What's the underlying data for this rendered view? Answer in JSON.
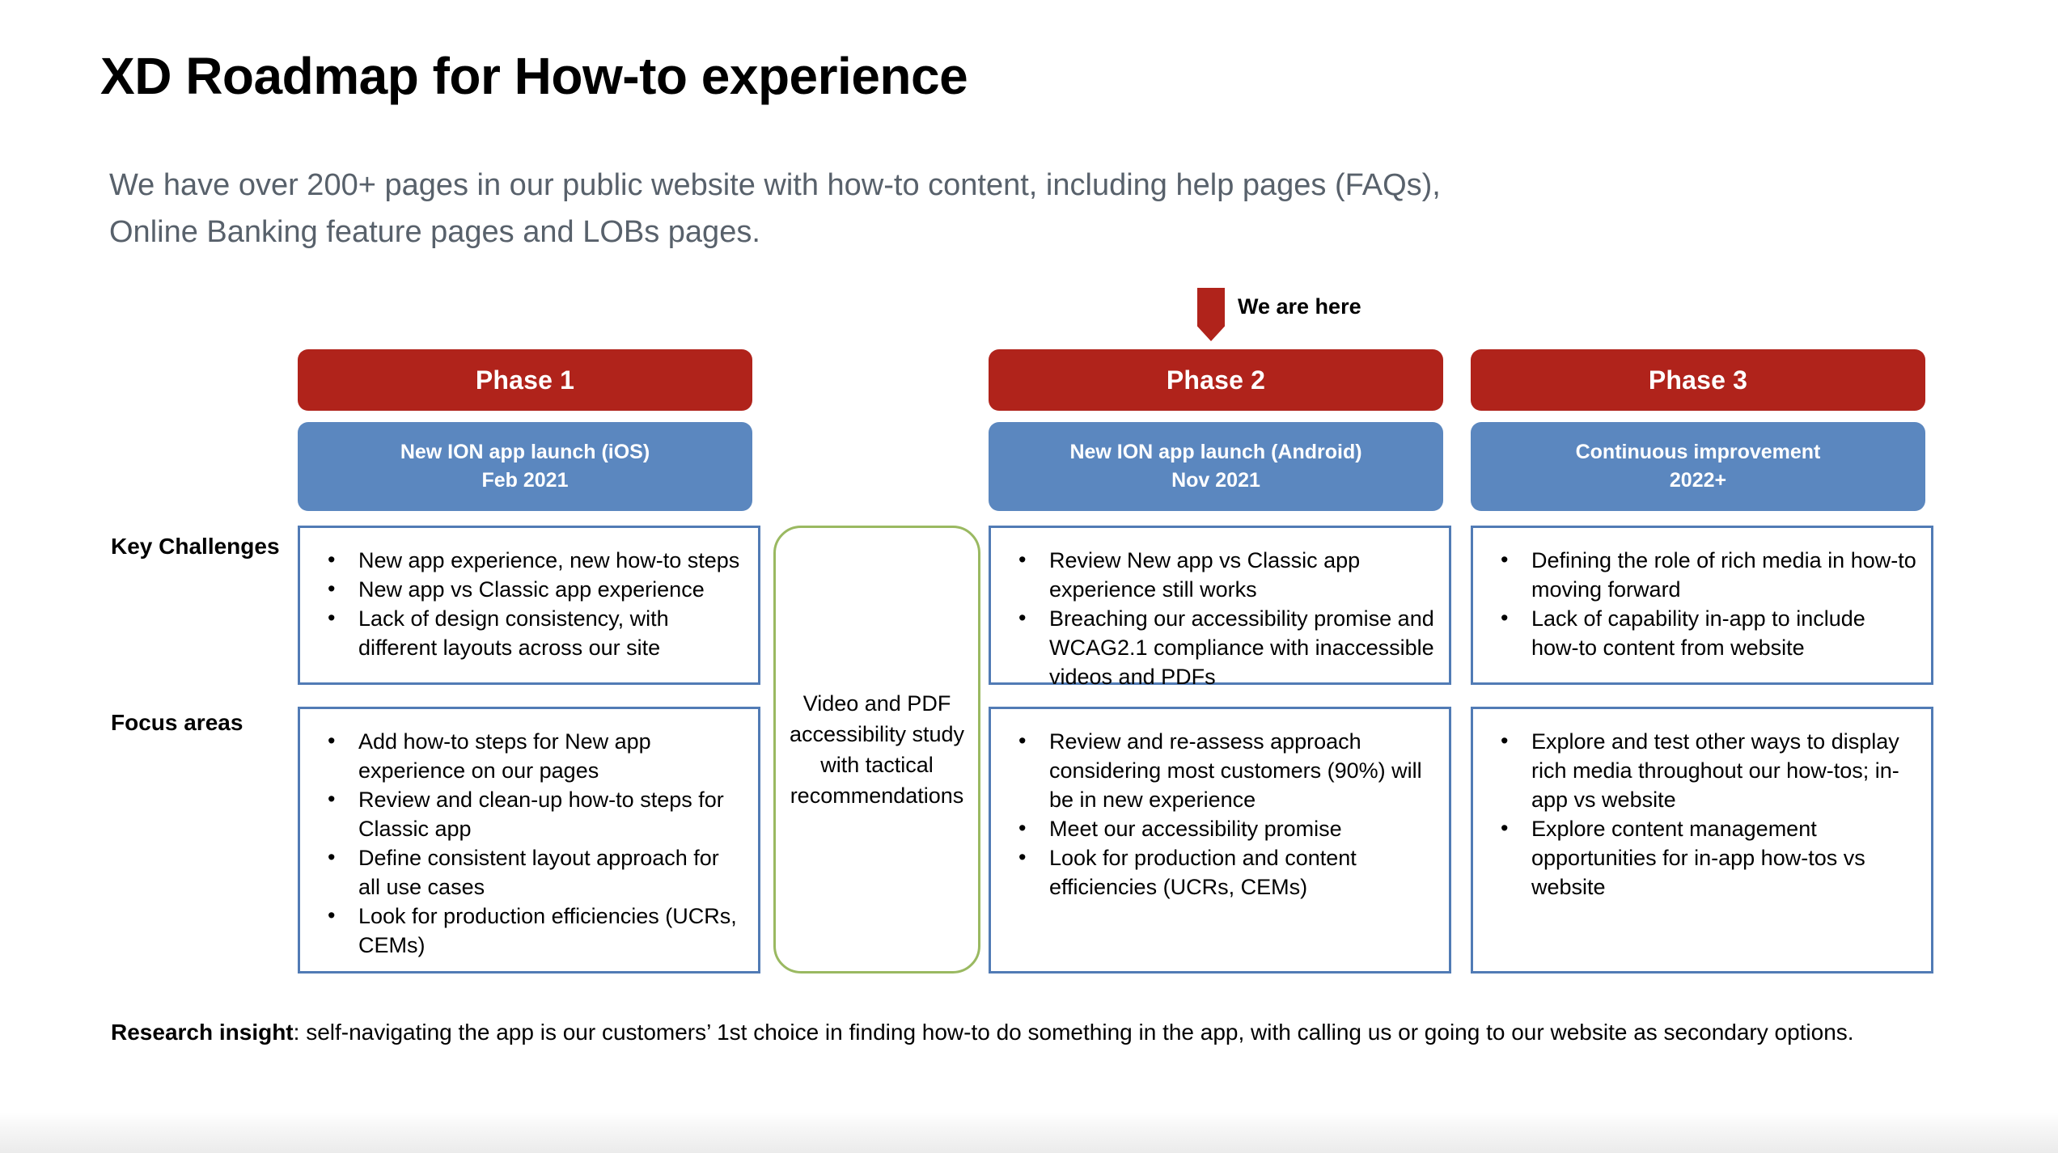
{
  "title": "XD Roadmap for How-to experience",
  "subtitle": "We have over 200+ pages in our public website with how-to content, including help pages (FAQs), Online Banking feature pages and LOBs pages.",
  "marker": {
    "label": "We are here",
    "color": "#b0231b"
  },
  "row_labels": {
    "key_challenges": "Key Challenges",
    "focus_areas": "Focus areas"
  },
  "colors": {
    "phase_header": "#b0231b",
    "phase_subheader": "#5b87bf",
    "box_border": "#517bb5",
    "study_border": "#9ab961",
    "subtitle_text": "#58616b"
  },
  "phases": [
    {
      "name": "Phase 1",
      "milestone_line1": "New ION app launch (iOS)",
      "milestone_line2": "Feb 2021",
      "key_challenges": [
        "New app experience, new how-to steps",
        "New app vs Classic app experience",
        "Lack of design consistency, with different layouts across our site"
      ],
      "focus_areas": [
        "Add how-to steps for New app experience on our pages",
        "Review and clean-up how-to steps for Classic app",
        "Define consistent layout approach for all use cases",
        "Look for production efficiencies (UCRs, CEMs)"
      ]
    },
    {
      "name": "Phase 2",
      "milestone_line1": "New ION app launch (Android)",
      "milestone_line2": "Nov 2021",
      "key_challenges": [
        "Review New app vs Classic app experience still works",
        "Breaching our accessibility promise and WCAG2.1 compliance with inaccessible videos and PDFs"
      ],
      "focus_areas": [
        "Review and re-assess approach considering most customers (90%) will be in new experience",
        "Meet our accessibility promise",
        "Look for production and content efficiencies (UCRs, CEMs)"
      ]
    },
    {
      "name": "Phase 3",
      "milestone_line1": "Continuous improvement",
      "milestone_line2": "2022+",
      "key_challenges": [
        "Defining the role of rich media in how-to moving forward",
        "Lack of capability in-app to include how-to content from website"
      ],
      "focus_areas": [
        "Explore and test other ways to display rich media throughout our how-tos; in-app vs website",
        "Explore content management opportunities for in-app how-tos vs website"
      ]
    }
  ],
  "study_box": {
    "text": "Video and PDF accessibility study with tactical recommendations"
  },
  "research_insight": {
    "label": "Research insight",
    "body": ": self-navigating the app is our customers’ 1st choice in finding how-to do something in the app, with calling us or going to our website as secondary options."
  }
}
